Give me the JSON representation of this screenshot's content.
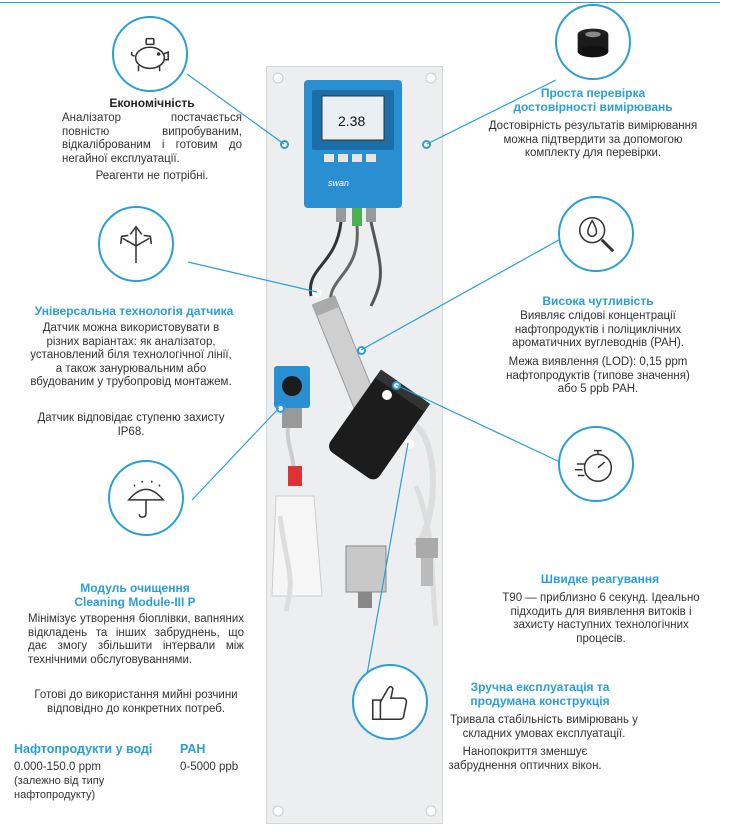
{
  "sections": {
    "economy": {
      "title": "Економічність",
      "text1": "Аналізатор постачається повністю випробуваним, відкаліброваним і готовим до негайної експлуатації.",
      "text2": "Реагенти не потрібні."
    },
    "sensor": {
      "title": "Універсальна технологія датчика",
      "text1": "Датчик можна використовувати в різних варіантах: як аналізатор, установлений біля технологічної лінії, а також занурювальним або вбудованим у трубопровід монтажем.",
      "text2": "Датчик відповідає ступеню захисту IP68."
    },
    "cleaning": {
      "title1": "Модуль очищення",
      "title2": "Cleaning Module-III P",
      "text1": "Мінімізує утворення біоплівки, вапняних відкладень та інших забруднень, що дає змогу збільшити інтервали між технічними обслуговуваннями.",
      "text2": "Готові до використання мийні розчини відповідно до конкретних потреб."
    },
    "verify": {
      "title1": "Проста перевірка",
      "title2": "достовірності вимірювань",
      "text1": "Достовірність результатів вимірювання можна підтвердити за допомогою комплекту для перевірки."
    },
    "sensitivity": {
      "title": "Висока чутливість",
      "text1": "Виявляє слідові концентрації нафтопродуктів і поліциклічних ароматичних вуглеводнів (PAH).",
      "text2": "Межа виявлення (LOD): 0,15 ppm нафтопродуктів (типове значення) або 5 ppb PAH."
    },
    "response": {
      "title": "Швидке реагування",
      "text1": "T90 — приблизно 6 секунд. Ідеально підходить для виявлення витоків і захисту наступних технологічних процесів."
    },
    "operation": {
      "title1": "Зручна експлуатація та",
      "title2": "продумана конструкція",
      "text1": "Тривала стабільність вимірювань у складних умовах експлуатації.",
      "text2": "Нанопокриття зменшує забруднення оптичних вікон."
    }
  },
  "ranges": {
    "oil_title": "Нафтопродукти у воді",
    "oil_value": "0.000-150.0 ppm",
    "oil_note": "(залежно від типу нафтопродукту)",
    "pah_title": "PAH",
    "pah_value": "0-5000 ppb"
  },
  "device": {
    "display_value": "2.38",
    "brand": "swan"
  },
  "icons": [
    "piggy-bank-icon",
    "arrows-icon",
    "umbrella-icon",
    "sensor-cap-icon",
    "drop-magnifier-icon",
    "stopwatch-icon",
    "thumbs-up-icon"
  ],
  "colors": {
    "accent": "#2a9fd6",
    "panel": "#eceeef",
    "device_blue": "#2a8fd0",
    "sensor_black": "#1c1c1c"
  }
}
